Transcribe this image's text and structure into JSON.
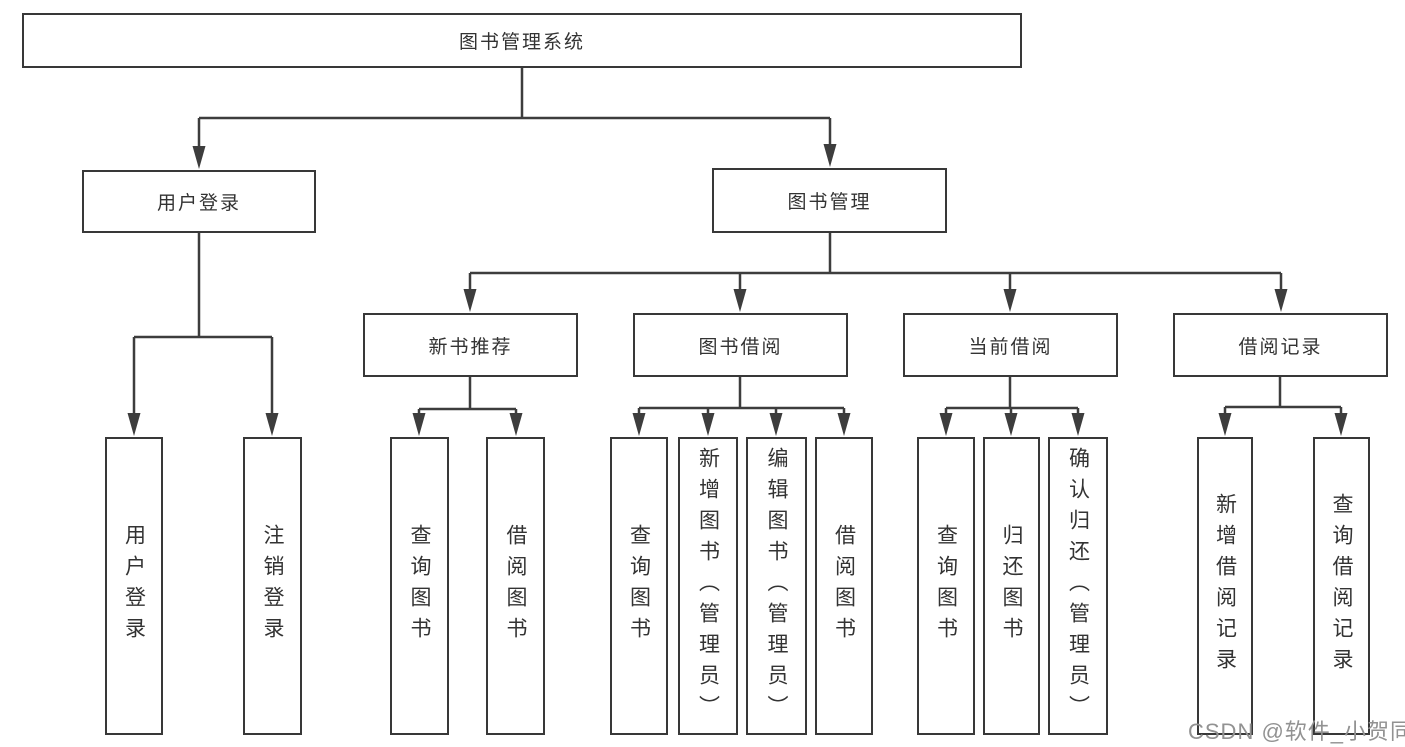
{
  "tree": {
    "root": {
      "label": "图书管理系统"
    },
    "branches": [
      {
        "label": "用户登录",
        "children": [
          {
            "label": "用户登录"
          },
          {
            "label": "注销登录"
          }
        ]
      },
      {
        "label": "图书管理",
        "children": [
          {
            "label": "新书推荐",
            "children": [
              {
                "label": "查询图书"
              },
              {
                "label": "借阅图书"
              }
            ]
          },
          {
            "label": "图书借阅",
            "children": [
              {
                "label": "查询图书"
              },
              {
                "label": "新增图书（管理员）"
              },
              {
                "label": "编辑图书（管理员）"
              },
              {
                "label": "借阅图书"
              }
            ]
          },
          {
            "label": "当前借阅",
            "children": [
              {
                "label": "查询图书"
              },
              {
                "label": "归还图书"
              },
              {
                "label": "确认归还（管理员）"
              }
            ]
          },
          {
            "label": "借阅记录",
            "children": [
              {
                "label": "新增借阅记录"
              },
              {
                "label": "查询借阅记录"
              }
            ]
          }
        ]
      }
    ]
  },
  "watermark": {
    "text": "CSDN @软件_小贺同学"
  },
  "colors": {
    "line": "#3d3d3d",
    "border": "#383838",
    "text": "#333333",
    "watermark": "#929292",
    "background": "#ffffff"
  }
}
